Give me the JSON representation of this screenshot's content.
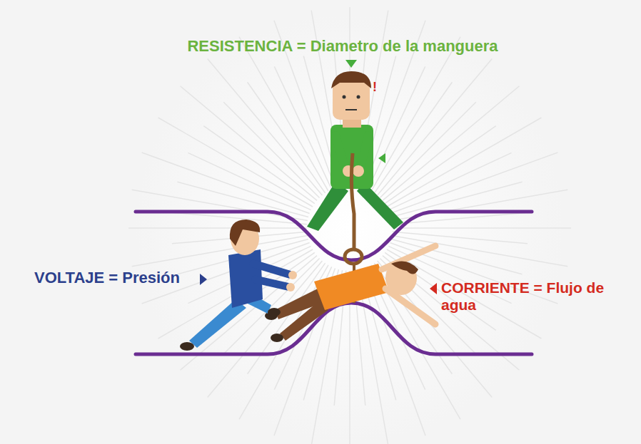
{
  "diagram": {
    "labels": [
      "RESISTENCIA = Diametro de la manguera",
      "VOLTAJE = Presión",
      "CORRIENTE = Flujo de agua",
      "!"
    ]
  }
}
